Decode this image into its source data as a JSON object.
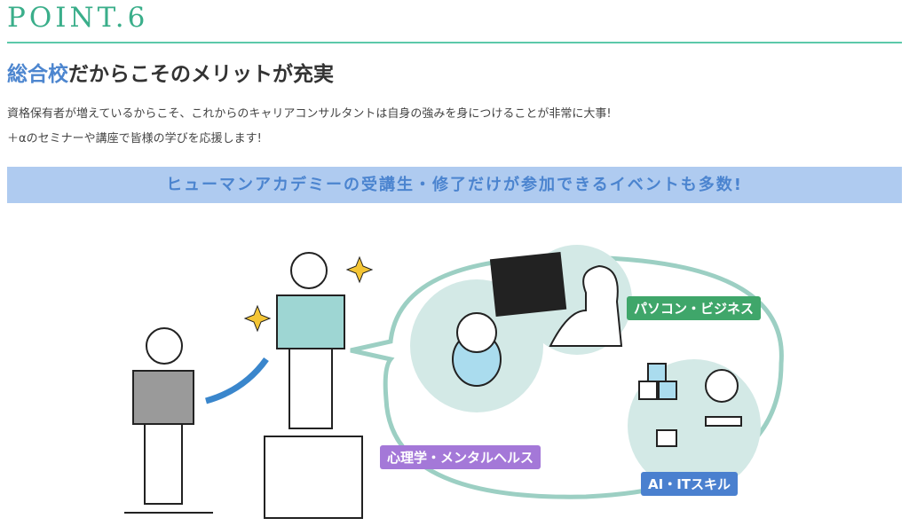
{
  "header": {
    "point": "POINT.6",
    "title_highlight": "総合校",
    "title_rest": "だからこそのメリットが充実"
  },
  "description": [
    "資格保有者が増えているからこそ、これからのキャリアコンサルタントは自身の強みを身につけることが非常に大事!",
    "＋αのセミナーや講座で皆様の学びを応援します!"
  ],
  "banner": "ヒューマンアカデミーの受講生・修了だけが参加できるイベントも多数!",
  "tags": {
    "pc": "パソコン・ビジネス",
    "psych": "心理学・メンタルヘルス",
    "ai": "AI・ITスキル"
  },
  "colors": {
    "green": "#3aae8a",
    "blue": "#4d86cf",
    "banner_bg": "#afcbf0",
    "tag_green": "#3fa66a",
    "tag_purple": "#a478d8",
    "tag_blue": "#4a80cf"
  }
}
